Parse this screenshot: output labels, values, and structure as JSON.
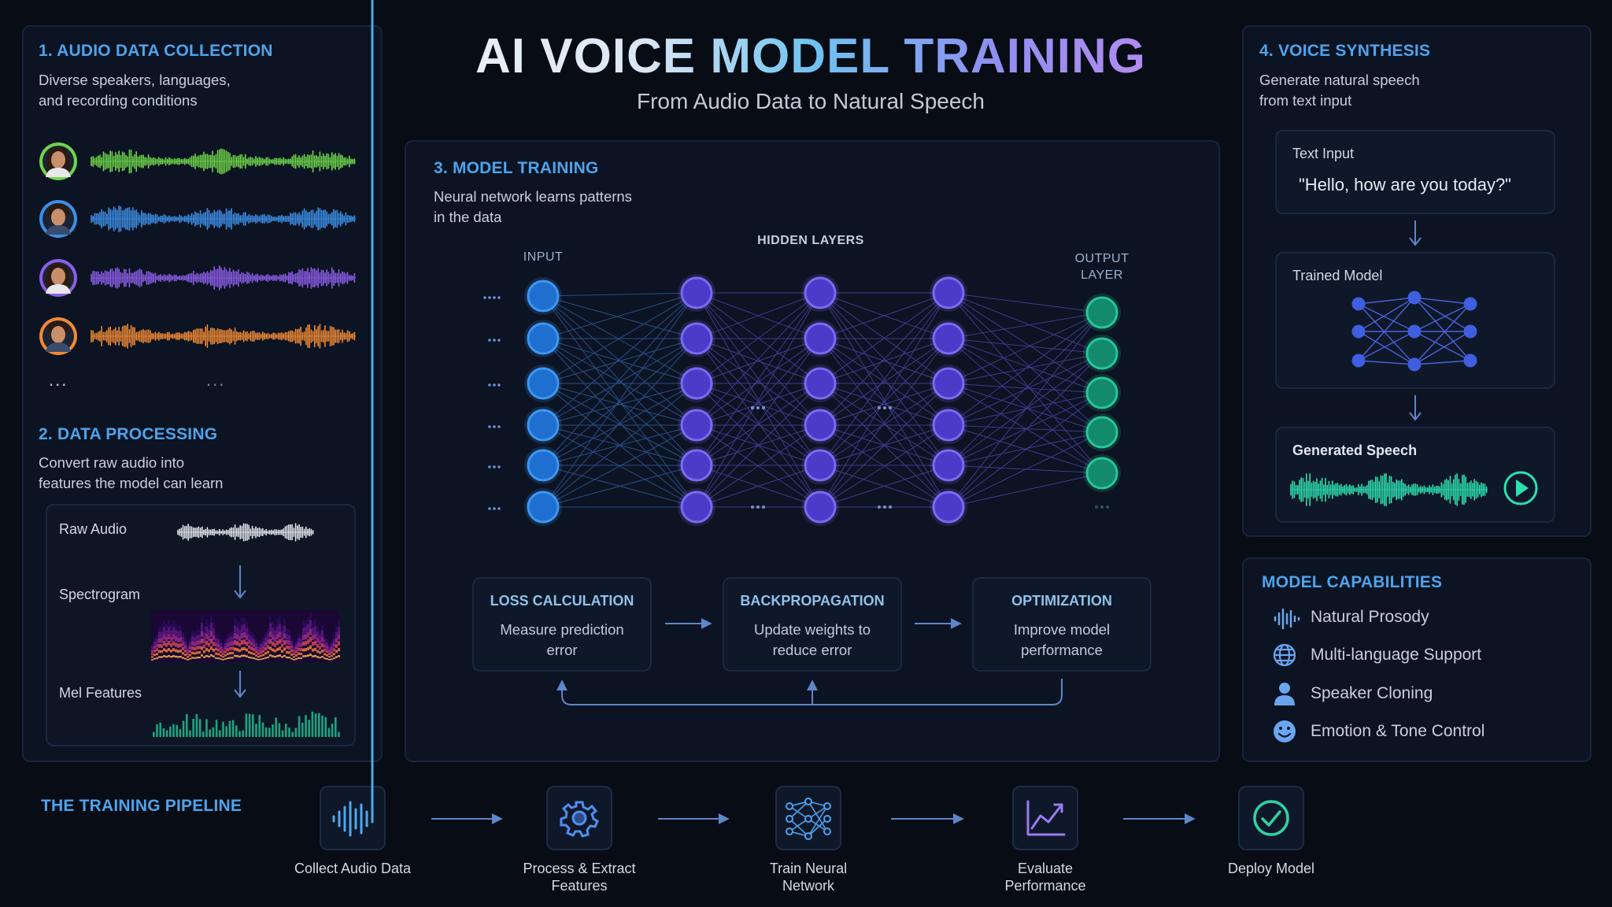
{
  "header": {
    "title": "AI VOICE MODEL TRAINING",
    "subtitle": "From Audio Data to Natural Speech"
  },
  "collection": {
    "title": "1. AUDIO DATA COLLECTION",
    "subtitle_lines": [
      "Diverse speakers, languages,",
      "and recording conditions"
    ],
    "speakers": [
      {
        "icon": "avatar-woman-icon",
        "color": "#6fd64b"
      },
      {
        "icon": "avatar-man-icon",
        "color": "#3d8fe6"
      },
      {
        "icon": "avatar-woman-icon",
        "color": "#8c5ee8"
      },
      {
        "icon": "avatar-man-icon",
        "color": "#f08a35"
      }
    ],
    "more": "...",
    "more2": "..."
  },
  "processing": {
    "title": "2. DATA PROCESSING",
    "subtitle_lines": [
      "Convert raw audio into",
      "features the model can learn"
    ],
    "raw_label": "Raw Audio",
    "spec_label": "Spectrogram",
    "mel_label": "Mel Features"
  },
  "training": {
    "title": "3. MODEL TRAINING",
    "subtitle_lines": [
      "Neural network learns patterns",
      "in the data"
    ],
    "input_label": "INPUT",
    "hidden_label": "HIDDEN LAYERS",
    "output_label_lines": [
      "OUTPUT",
      "LAYER"
    ],
    "ellipsis": "...",
    "boxes": [
      {
        "title": "LOSS CALCULATION",
        "lines": [
          "Measure prediction",
          "error"
        ]
      },
      {
        "title": "BACKPROPAGATION",
        "lines": [
          "Update weights to",
          "reduce error"
        ]
      },
      {
        "title": "OPTIMIZATION",
        "lines": [
          "Improve model",
          "performance"
        ]
      }
    ]
  },
  "synthesis": {
    "title": "4. VOICE SYNTHESIS",
    "subtitle_lines": [
      "Generate natural speech",
      "from text input"
    ],
    "text_input_label": "Text Input",
    "text_input_value": "\"Hello, how are you today?\"",
    "trained_model_label": "Trained Model",
    "generated_label": "Generated Speech"
  },
  "capabilities": {
    "title": "MODEL CAPABILITIES",
    "items": [
      {
        "icon": "waveform-icon",
        "label": "Natural Prosody"
      },
      {
        "icon": "globe-icon",
        "label": "Multi-language Support"
      },
      {
        "icon": "person-icon",
        "label": "Speaker Cloning"
      },
      {
        "icon": "smiley-icon",
        "label": "Emotion & Tone Control"
      }
    ]
  },
  "pipeline": {
    "title": "THE TRAINING PIPELINE",
    "steps": [
      {
        "icon": "waveform-icon",
        "lines": [
          "Collect Audio Data",
          ""
        ]
      },
      {
        "icon": "gear-icon",
        "lines": [
          "Process & Extract",
          "Features"
        ]
      },
      {
        "icon": "network-icon",
        "lines": [
          "Train Neural",
          "Network"
        ]
      },
      {
        "icon": "chart-icon",
        "lines": [
          "Evaluate",
          "Performance"
        ]
      },
      {
        "icon": "checkmark-icon",
        "lines": [
          "Deploy Model",
          ""
        ]
      }
    ]
  },
  "colors": {
    "accent": "#4ea3ec",
    "input_node": "#2f86d8",
    "hidden_node": "#5a46d6",
    "output_node": "#1faa86",
    "speech_wave": "#2ee0b0"
  }
}
